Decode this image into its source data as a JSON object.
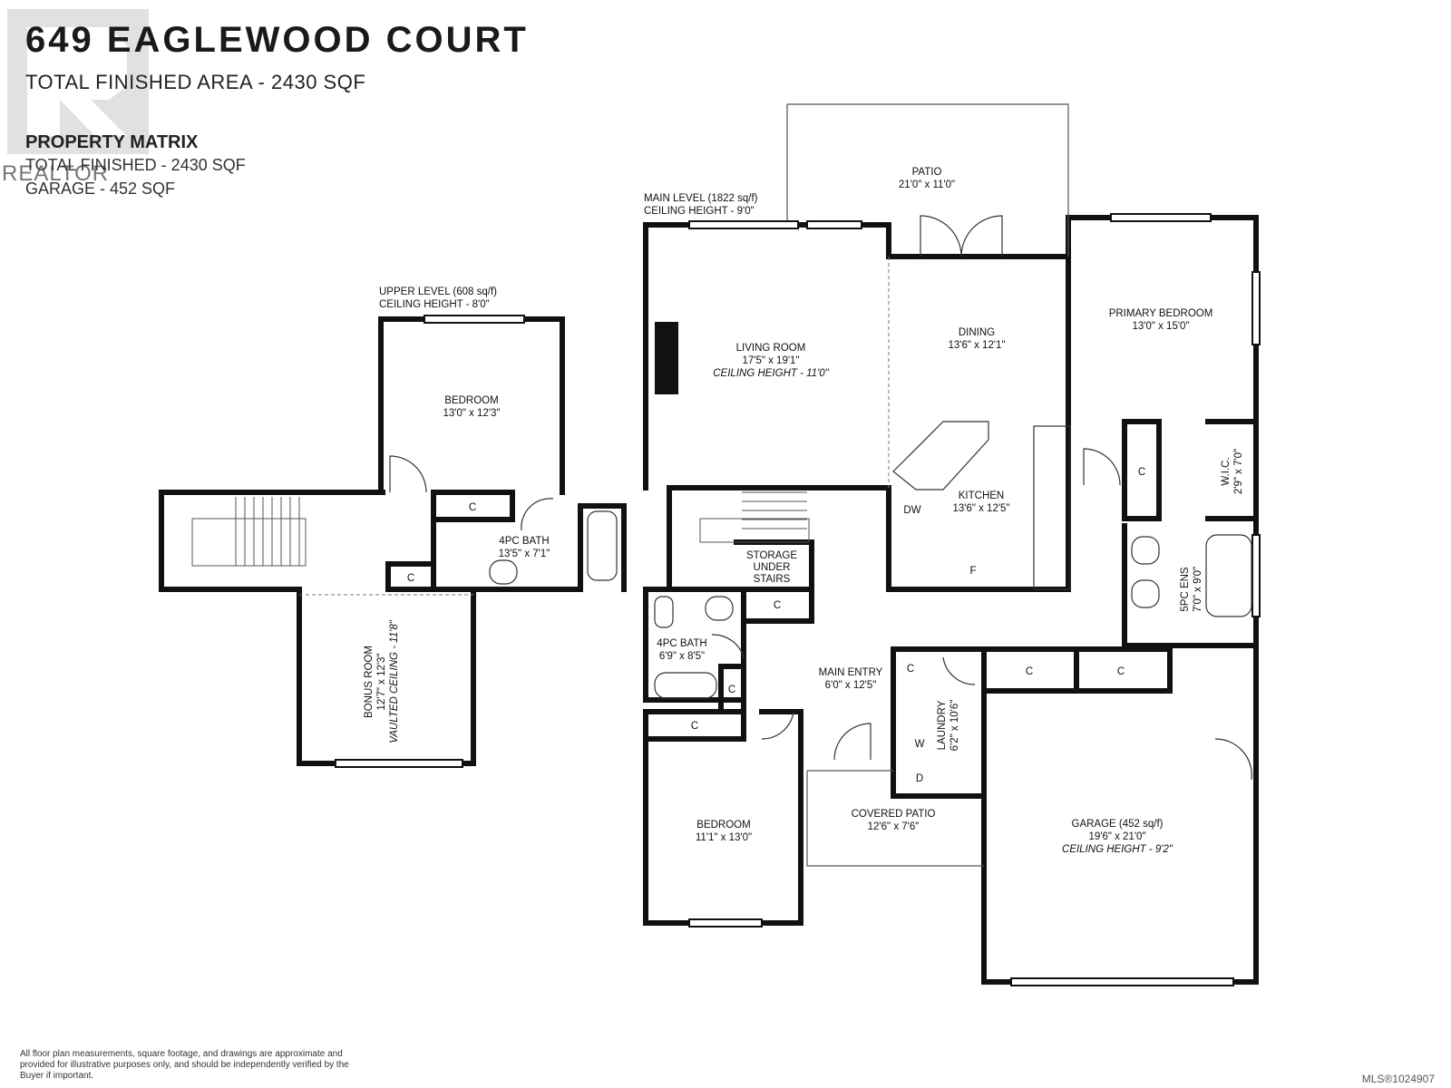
{
  "header": {
    "title": "649 EAGLEWOOD COURT",
    "subtitle": "TOTAL FINISHED AREA - 2430 SQF"
  },
  "matrix": {
    "heading": "PROPERTY MATRIX",
    "lines": [
      "TOTAL FINISHED - 2430 SQF",
      "GARAGE - 452 SQF"
    ]
  },
  "logo_text": "REALTOR",
  "levels": {
    "main": {
      "line1": "MAIN LEVEL (1822 sq/f)",
      "line2": "CEILING HEIGHT - 9'0\""
    },
    "upper": {
      "line1": "UPPER LEVEL (608 sq/f)",
      "line2": "CEILING HEIGHT - 8'0\""
    }
  },
  "rooms": {
    "patio": {
      "name": "PATIO",
      "dim": "21'0\" x 11'0\""
    },
    "living": {
      "name": "LIVING ROOM",
      "dim": "17'5\" x 19'1\"",
      "note": "CEILING HEIGHT - 11'0\""
    },
    "dining": {
      "name": "DINING",
      "dim": "13'6\" x 12'1\""
    },
    "primary": {
      "name": "PRIMARY BEDROOM",
      "dim": "13'0\" x 15'0\""
    },
    "kitchen": {
      "name": "KITCHEN",
      "dim": "13'6\" x 12'5\""
    },
    "wic": {
      "name": "W.I.C.",
      "dim": "2'9\" x 7'0\""
    },
    "ens": {
      "name": "5PC ENS",
      "dim": "7'0\" x 9'0\""
    },
    "storage": {
      "lines": [
        "STORAGE",
        "UNDER",
        "STAIRS"
      ]
    },
    "bath_main": {
      "name": "4PC BATH",
      "dim": "6'9\" x 8'5\""
    },
    "entry": {
      "name": "MAIN ENTRY",
      "dim": "6'0\" x 12'5\""
    },
    "laundry": {
      "name": "LAUNDRY",
      "dim": "6'2\" x 10'6\""
    },
    "bedroom_main": {
      "name": "BEDROOM",
      "dim": "11'1\" x 13'0\""
    },
    "covered_patio": {
      "name": "COVERED PATIO",
      "dim": "12'6\" x 7'6\""
    },
    "garage": {
      "name": "GARAGE (452 sq/f)",
      "dim": "19'6\" x 21'0\"",
      "note": "CEILING HEIGHT - 9'2\""
    },
    "bedroom_upper": {
      "name": "BEDROOM",
      "dim": "13'0\" x 12'3\""
    },
    "bath_upper": {
      "name": "4PC BATH",
      "dim": "13'5\" x 7'1\""
    },
    "bonus": {
      "name": "BONUS ROOM",
      "dim": "12'7\" x 12'3\"",
      "note": "VAULTED CEILING - 11'8\""
    }
  },
  "marks": {
    "closet": "C",
    "dw": "DW",
    "fridge": "F",
    "washer": "W",
    "dryer": "D"
  },
  "disclaimer": "All floor plan measurements, square footage, and drawings are approximate and provided for illustrative purposes only, and should be independently verified by the Buyer if important.",
  "mls": "MLS®1024907"
}
